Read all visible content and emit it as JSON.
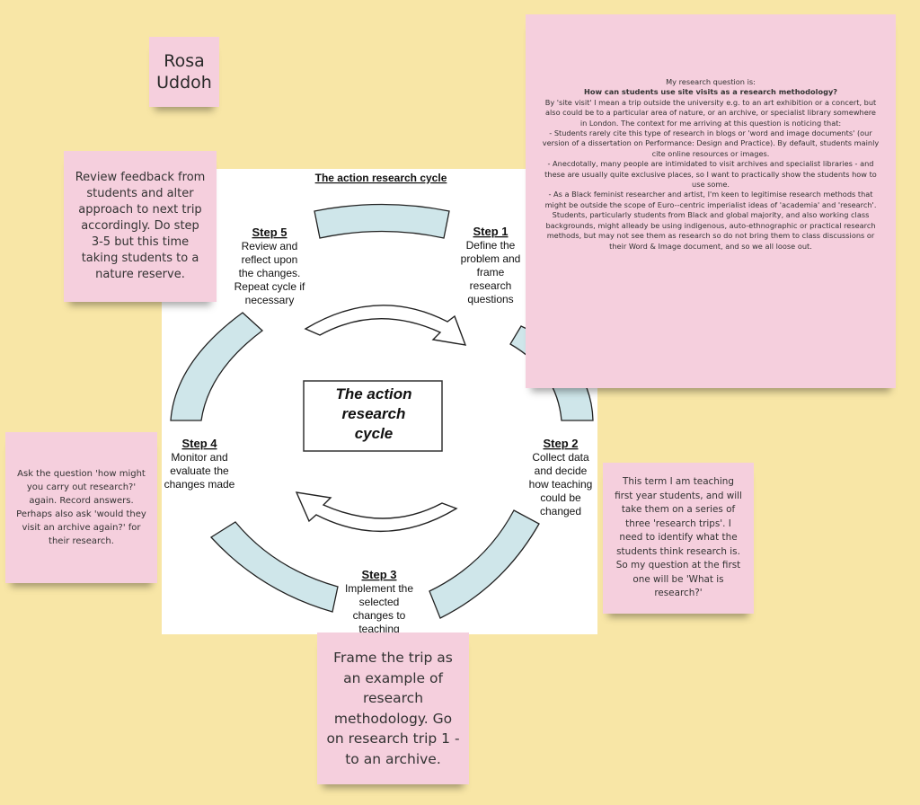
{
  "name_note": {
    "text": "Rosa\nUddoh"
  },
  "diagram": {
    "title": "The action research cycle",
    "center_title": [
      "The action",
      "research",
      "cycle"
    ],
    "steps": [
      {
        "title": "Step 1",
        "lines": [
          "Define the",
          "problem and",
          "frame",
          "research",
          "questions"
        ]
      },
      {
        "title": "Step 2",
        "lines": [
          "Collect data",
          "and decide",
          "how teaching",
          "could be",
          "changed"
        ]
      },
      {
        "title": "Step 3",
        "lines": [
          "Implement the",
          "selected",
          "changes to",
          "teaching"
        ]
      },
      {
        "title": "Step 4",
        "lines": [
          "Monitor and",
          "evaluate the",
          "changes made"
        ]
      },
      {
        "title": "Step 5",
        "lines": [
          "Review and",
          "reflect upon",
          "the changes.",
          "Repeat cycle if",
          "necessary"
        ]
      }
    ]
  },
  "notes": {
    "review": "Review feedback from students and alter approach to next trip accordingly. Do step 3-5 but this time taking students to a nature reserve.",
    "ask": "Ask the question 'how might you carry out research?' again. Record answers. Perhaps also ask 'would they visit an archive again?' for their research.",
    "term": "This term I am teaching first year students, and will take them on a series of three 'research trips'. I need to identify what the students think research is. So my question at the first one will be 'What is research?'",
    "frame": "Frame the trip as an example of research methodology. Go on research trip 1 - to an archive."
  },
  "research": {
    "intro": "My research question is:",
    "question": "How can students use site visits as a research methodology?",
    "definition": "By 'site visit' I mean a trip outside the university e.g. to an art exhibition or a concert, but also could be to a particular area of nature, or an archive, or specialist library somewhere in London. The context for me arriving at this question is noticing that:",
    "point1": "- Students rarely cite this type of research in blogs or 'word and image documents' (our version of a dissertation on Performance: Design and Practice). By default, students mainly cite online resources or images.",
    "point2": "- Anecdotally, many people are intimidated to visit archives and specialist libraries - and these are usually quite exclusive places, so I want to practically show the students how to use some.",
    "point3": "- As a Black feminist researcher and artist, I'm keen to legitimise research methods that might be outside the scope of Euro--centric imperialist ideas of 'academia' and 'research'. Students, particularly students from Black and global majority, and also working class backgrounds, might alleady be using indigenous, auto-ethnographic or practical research methods, but may not see them as research so do not bring them to class discussions or their Word & Image document, and so we all loose out."
  }
}
